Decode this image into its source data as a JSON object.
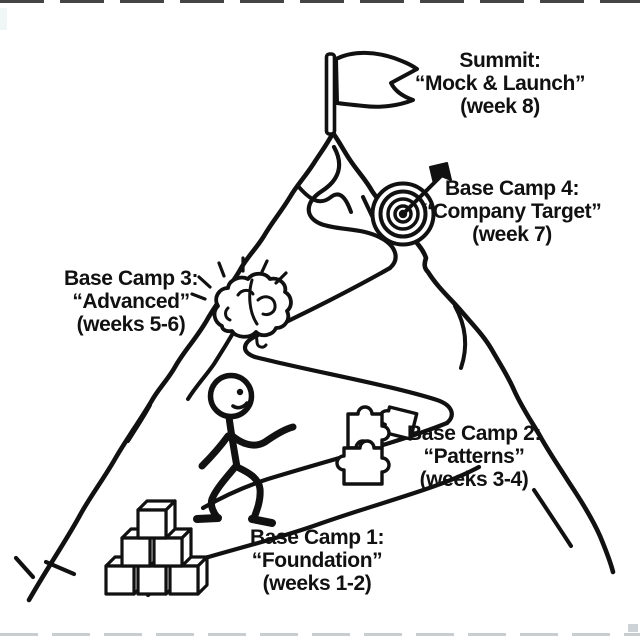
{
  "summit": {
    "title": "Summit:",
    "subtitle": "“Mock & Launch”",
    "weeks": "(week 8)",
    "icon": "flag-icon"
  },
  "camps": [
    {
      "title": "Base Camp 4:",
      "subtitle": "“Company Target”",
      "weeks": "(week 7)",
      "icon": "target-icon"
    },
    {
      "title": "Base Camp 3:",
      "subtitle": "“Advanced”",
      "weeks": "(weeks 5-6)",
      "icon": "brain-icon"
    },
    {
      "title": "Base Camp 2:",
      "subtitle": "“Patterns”",
      "weeks": "(weeks 3-4)",
      "icon": "puzzle-icon"
    },
    {
      "title": "Base Camp 1:",
      "subtitle": "“Foundation”",
      "weeks": "(weeks 1-2)",
      "icon": "blocks-icon"
    }
  ],
  "other_icons": [
    "hiker-figure"
  ],
  "colors": {
    "ink": "#111111",
    "background": "#ffffff"
  }
}
